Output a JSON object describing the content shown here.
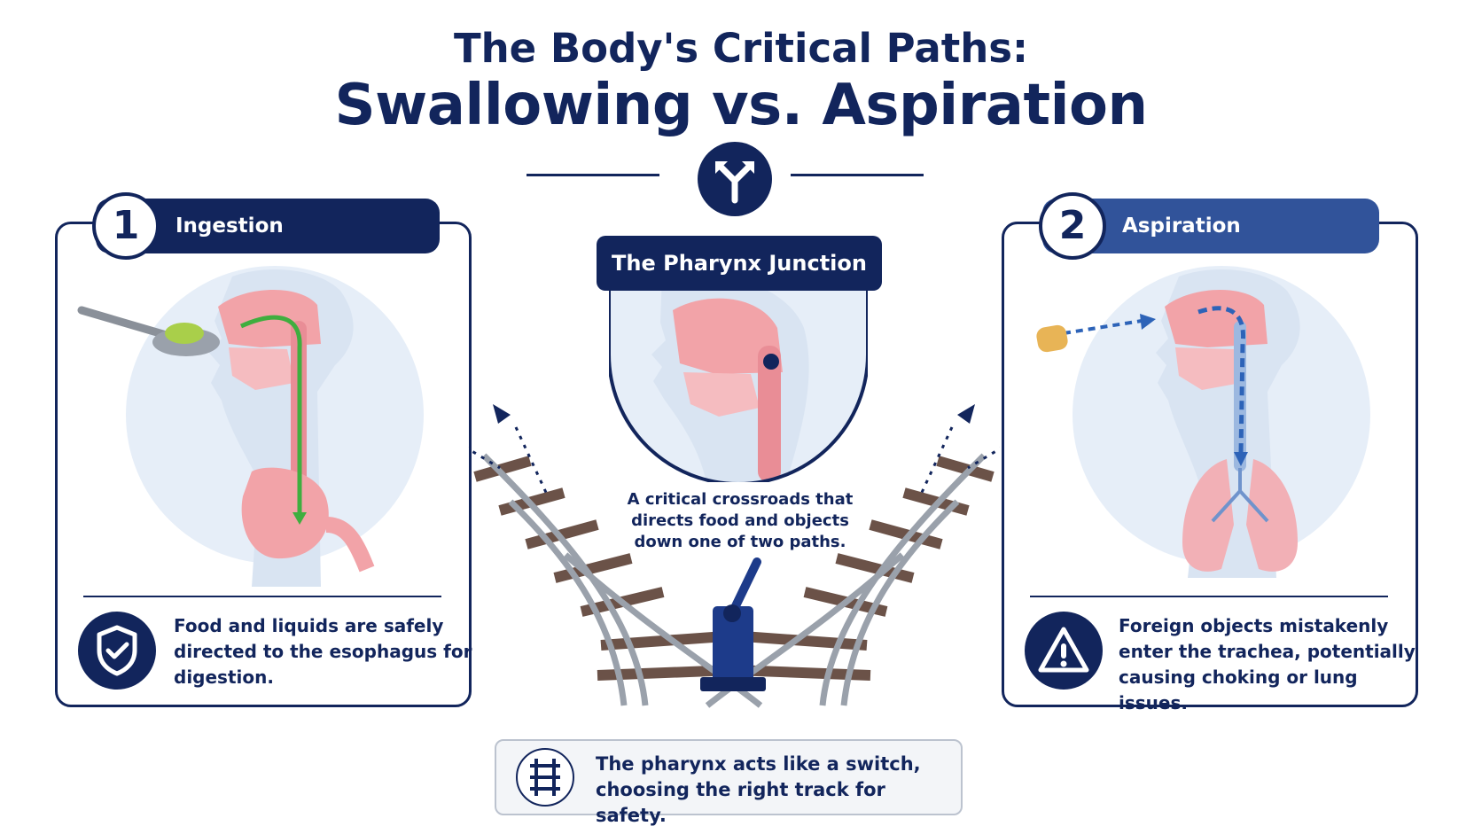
{
  "header": {
    "title_line1": "The Body's Critical Paths:",
    "title_line2": "Swallowing vs. Aspiration"
  },
  "icons": {
    "fork": "split-arrow-icon",
    "shield": "shield-check-icon",
    "warning": "warning-triangle-icon",
    "railway": "railway-track-icon"
  },
  "cards": [
    {
      "number": "1",
      "title": "Ingestion (Swallowing)",
      "description": "Food and liquids are safely directed to the esophagus for digestion."
    },
    {
      "number": "2",
      "title": "Aspiration (Inhaling)",
      "description": "Foreign objects mistakenly enter the trachea, potentially causing choking or lung issues."
    }
  ],
  "junction": {
    "label": "The Pharynx Junction",
    "caption": "A critical crossroads that directs food and objects down one of two paths."
  },
  "callout": {
    "text": "The pharynx acts like a switch, choosing the right track for safety."
  },
  "colors": {
    "navy": "#12255c",
    "accent_blue": "#31539a",
    "esophagus_path": "#3fae3f",
    "airway_path": "#2d63b8",
    "tissue_pink": "#f2a3a8",
    "rail_steel": "#9aa1ab",
    "tie_brown": "#6b5248"
  }
}
